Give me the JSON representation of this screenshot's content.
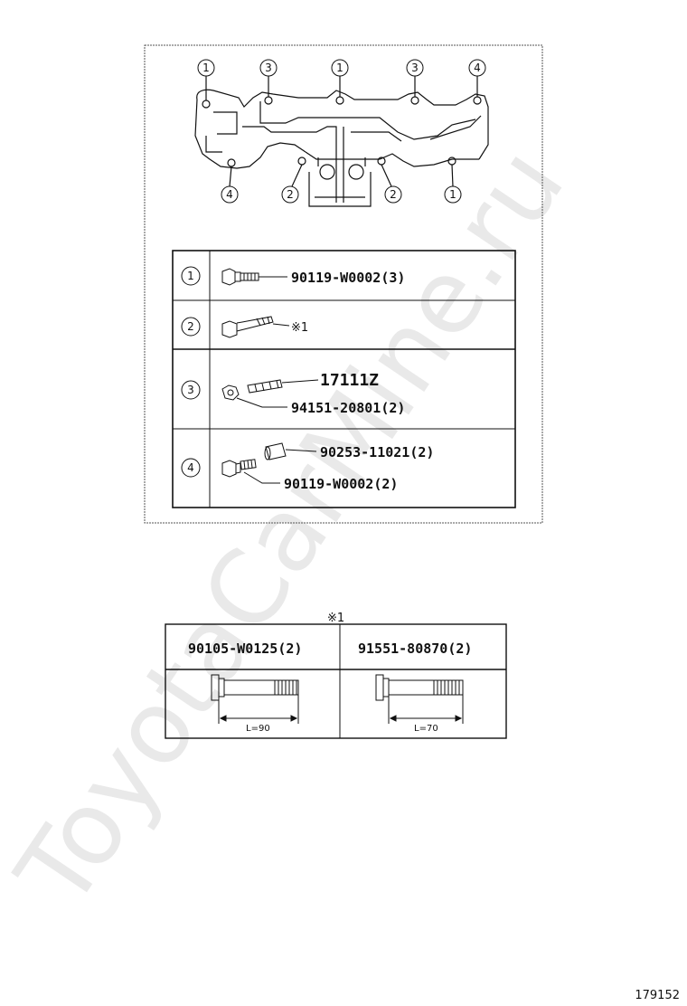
{
  "watermark": "ToyotaCarMine.ru",
  "diagram_id": "179152",
  "callouts": [
    "1",
    "3",
    "1",
    "3",
    "4",
    "4",
    "2",
    "2",
    "1"
  ],
  "table_rows": [
    {
      "ref": "1",
      "parts": [
        "90119-W0002(3)"
      ]
    },
    {
      "ref": "2",
      "parts": [
        "※1"
      ]
    },
    {
      "ref": "3",
      "parts": [
        "17111Z",
        "94151-20801(2)"
      ]
    },
    {
      "ref": "4",
      "parts": [
        "90253-11021(2)",
        "90119-W0002(2)"
      ]
    }
  ],
  "note_mark": "※1",
  "variants": [
    {
      "part": "90105-W0125(2)",
      "length": "L=90"
    },
    {
      "part": "91551-80870(2)",
      "length": "L=70"
    }
  ]
}
